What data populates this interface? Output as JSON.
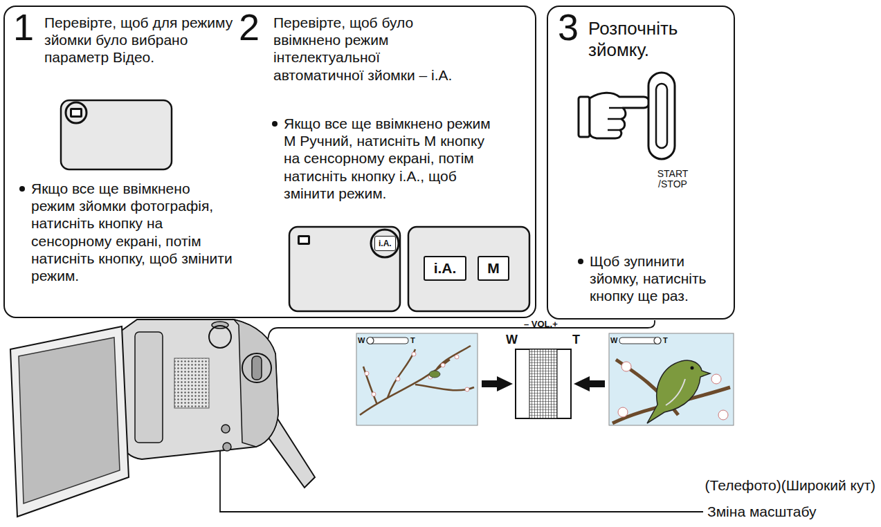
{
  "diagram": {
    "nodes": [
      {
        "text": [
          "1",
          "Перевірте, щоб для режиму зйомки було вибрано параметр Відео.",
          "Якщо все ще ввімкнено режим зйомки фотографія, натисніть кнопку на сенсорному екрані, потім натисніть кнопку, щоб змінити режим.",
          "2",
          "Перевірте, щоб було ввімкнено режим інтелектуальної автоматичної зйомки – i.A.",
          "Якщо все ще ввімкнено режим M Ручний, натисніть M кнопку на сенсорному екрані, потім натисніть кнопку i.A., щоб змінити режим."
        ]
      },
      {
        "text": [
          "i.A."
        ],
        "in": 0
      },
      {
        "text": [
          "i.A."
        ],
        "in": 0
      },
      {
        "text": [
          "M"
        ],
        "in": 0
      },
      {
        "text": [
          "3",
          "Розпочніть зйомку.",
          "START /STOP",
          "Щоб зупинити зйомку, натисніть кнопку ще раз."
        ]
      }
    ],
    "labels": [
      "W",
      "T",
      "W",
      "– VOL.+",
      "T",
      "W",
      "T",
      "(Телефото)(Широкий кут)",
      "Зміна масштабу"
    ]
  }
}
